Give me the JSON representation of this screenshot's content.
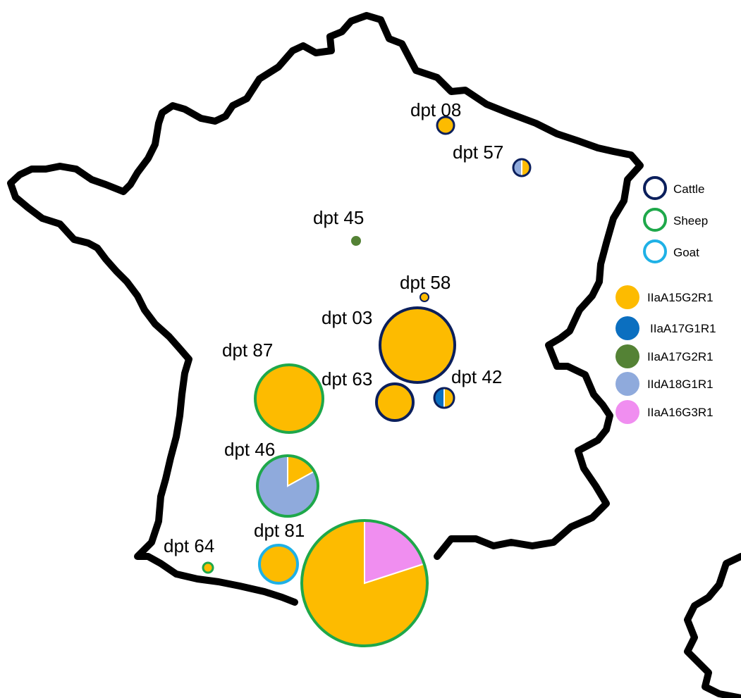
{
  "colors": {
    "cattle": "#0b1f5c",
    "sheep": "#1ea84a",
    "goat": "#1fb1e6",
    "IIaA15G2R1": "#fdbb00",
    "IIaA17G1R1": "#0b6fc0",
    "IIaA17G2R1": "#548235",
    "IIdA18G1R1": "#8faadc",
    "IIaA16G3R1": "#f08ef0"
  },
  "legend": {
    "hosts": [
      {
        "key": "cattle",
        "label": "Cattle"
      },
      {
        "key": "sheep",
        "label": "Sheep"
      },
      {
        "key": "goat",
        "label": "Goat"
      }
    ],
    "subtypes": [
      {
        "key": "IIaA15G2R1",
        "label": "IIaA15G2R1"
      },
      {
        "key": "IIaA17G1R1",
        "label": "IIaA17G1R1"
      },
      {
        "key": "IIaA17G2R1",
        "label": "IIaA17G2R1"
      },
      {
        "key": "IIdA18G1R1",
        "label": "IIdA18G1R1"
      },
      {
        "key": "IIaA16G3R1",
        "label": "IIaA16G3R1"
      }
    ]
  },
  "departments": [
    {
      "label": "dpt 08",
      "host": "cattle",
      "slices": [
        {
          "subtype": "IIaA15G2R1",
          "fraction": 1
        }
      ]
    },
    {
      "label": "dpt 57",
      "host": "cattle",
      "slices": [
        {
          "subtype": "IIaA15G2R1",
          "fraction": 0.5
        },
        {
          "subtype": "IIdA18G1R1",
          "fraction": 0.5
        }
      ]
    },
    {
      "label": "dpt 45",
      "host": "sheep",
      "slices": [
        {
          "subtype": "IIaA17G2R1",
          "fraction": 1
        }
      ]
    },
    {
      "label": "dpt 58",
      "host": "cattle",
      "slices": [
        {
          "subtype": "IIaA15G2R1",
          "fraction": 1
        }
      ]
    },
    {
      "label": "dpt 03",
      "host": "cattle",
      "slices": [
        {
          "subtype": "IIaA15G2R1",
          "fraction": 1
        }
      ]
    },
    {
      "label": "dpt 87",
      "host": "sheep",
      "slices": [
        {
          "subtype": "IIaA15G2R1",
          "fraction": 1
        }
      ]
    },
    {
      "label": "dpt 63",
      "host": "cattle",
      "slices": [
        {
          "subtype": "IIaA15G2R1",
          "fraction": 1
        }
      ]
    },
    {
      "label": "dpt 42",
      "host": "cattle",
      "slices": [
        {
          "subtype": "IIaA15G2R1",
          "fraction": 0.5
        },
        {
          "subtype": "IIaA17G1R1",
          "fraction": 0.5
        }
      ]
    },
    {
      "label": "dpt 46",
      "host": "sheep",
      "slices": [
        {
          "subtype": "IIaA15G2R1",
          "fraction": 0.17
        },
        {
          "subtype": "IIdA18G1R1",
          "fraction": 0.83
        }
      ]
    },
    {
      "label": "dpt 64",
      "host": "sheep",
      "slices": [
        {
          "subtype": "IIaA15G2R1",
          "fraction": 1
        }
      ]
    },
    {
      "label": "dpt 81",
      "host": "goat",
      "slices": [
        {
          "subtype": "IIaA15G2R1",
          "fraction": 1
        }
      ]
    },
    {
      "label": "",
      "host": "sheep",
      "slices": [
        {
          "subtype": "IIaA16G3R1",
          "fraction": 0.2
        },
        {
          "subtype": "IIaA15G2R1",
          "fraction": 0.8
        }
      ]
    }
  ]
}
